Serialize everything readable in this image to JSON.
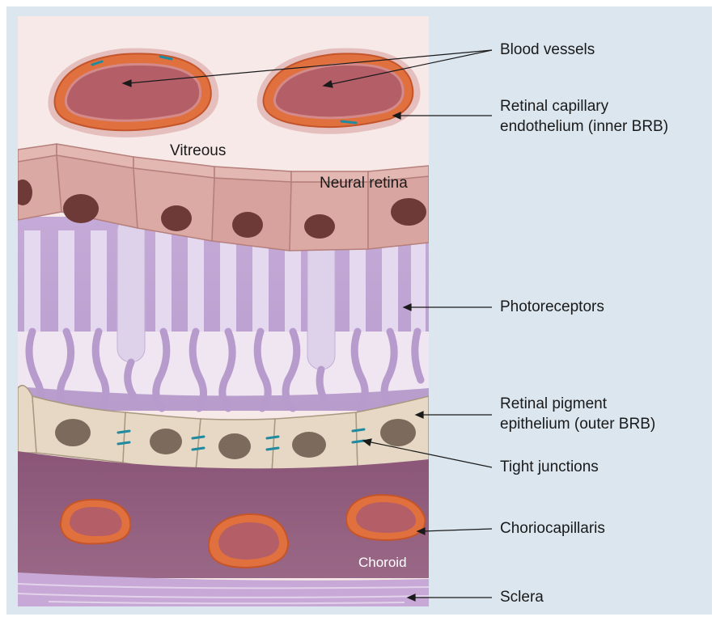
{
  "labels": {
    "blood_vessels": "Blood vessels",
    "capillary_line1": "Retinal capillary",
    "capillary_line2": "endothelium (inner BRB)",
    "photoreceptors": "Photoreceptors",
    "rpe_line1": "Retinal pigment",
    "rpe_line2": "epithelium (outer BRB)",
    "tight_junctions": "Tight junctions",
    "choriocapillaris": "Choriocapillaris",
    "sclera": "Sclera"
  },
  "inset_labels": {
    "vitreous": "Vitreous",
    "neural_retina": "Neural retina",
    "choroid": "Choroid"
  },
  "colors": {
    "frame_background": "#dbe6ee",
    "vitreous": "#f7e9e8",
    "neural_retina_cell": "#d9a5a0",
    "neural_retina_nucleus": "#6e3a38",
    "photoreceptor_layer": "#cbb3dc",
    "photoreceptor_rod": "#e6dcef",
    "rpe_cell": "#e6d8c4",
    "rpe_nucleus": "#7c6a5c",
    "tight_junction": "#1f8aa0",
    "choroid": "#8e5a7a",
    "sclera": "#c7a8d6",
    "vessel_wall": "#e0703e",
    "vessel_lumen": "#b45e68"
  }
}
